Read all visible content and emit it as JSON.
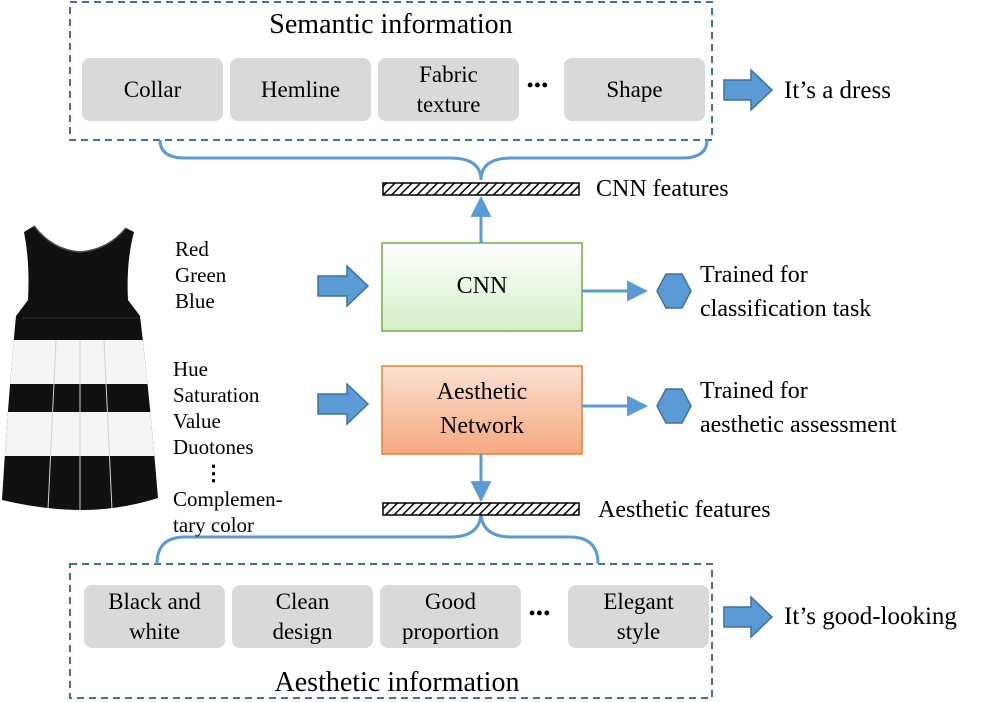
{
  "semantic": {
    "title": "Semantic information",
    "items": [
      "Collar",
      "Hemline",
      "Fabric\ntexture",
      "•••",
      "Shape"
    ],
    "result": "It’s a dress"
  },
  "aesthetic": {
    "title": "Aesthetic information",
    "items": [
      "Black and\nwhite",
      "Clean\ndesign",
      "Good\nproportion",
      "•••",
      "Elegant\nstyle"
    ],
    "result": "It’s good-looking"
  },
  "cnn": {
    "label": "CNN",
    "inputs": [
      "Red",
      "Green",
      "Blue"
    ],
    "features_label": "CNN features",
    "trained": [
      "Trained for",
      "classification task"
    ]
  },
  "aesthetic_net": {
    "label": "Aesthetic\nNetwork",
    "inputs": [
      "Hue",
      "Saturation",
      "Value",
      "Duotones",
      "⋮",
      "Complemen-",
      "tary color"
    ],
    "features_label": "Aesthetic features",
    "trained": [
      "Trained for",
      "aesthetic assessment"
    ]
  },
  "colors": {
    "blue": "#5b9bd5",
    "dash": "#41719c",
    "cnn_top": "#ffffff",
    "cnn_bottom": "#d5efc7",
    "cnn_border": "#70ad47",
    "aes_top": "#fbe0d2",
    "aes_bottom": "#f5a97f",
    "aes_border": "#ed7d31",
    "pill": "#d9d9d9"
  }
}
